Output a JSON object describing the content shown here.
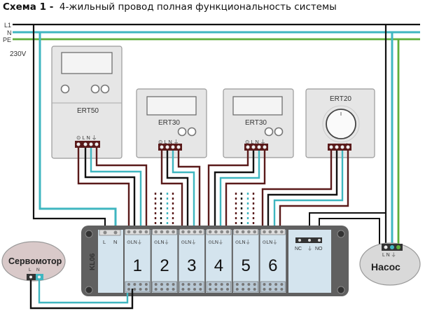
{
  "title": {
    "prefix": "Схема 1 -",
    "text": "4-жильный провод полная функциональность системы"
  },
  "bus": {
    "labels": [
      "L1",
      "N",
      "PE"
    ],
    "voltage": "230V"
  },
  "colors": {
    "phase": "#111111",
    "neutral": "#3fb6c0",
    "earth": "#5fae3a",
    "signal": "#5a1a1a",
    "device_face": "#e9e9e9",
    "module_body": "#c9dde9",
    "module_frame": "#555555"
  },
  "thermostats": [
    {
      "name": "ERT50",
      "terminals": "⊙ L N ⏚"
    },
    {
      "name": "ERT30",
      "terminals": "⊙ L N ⏚"
    },
    {
      "name": "ERT30",
      "terminals": "⊙ L N ⏚"
    },
    {
      "name": "ERT20",
      "terminals": "⊙ L N ⏚"
    }
  ],
  "module": {
    "name": "KL06",
    "power_terminals": [
      "L",
      "N"
    ],
    "zone_terminal_label": "⊙LN⏚",
    "zones": [
      "1",
      "2",
      "3",
      "4",
      "5",
      "6"
    ],
    "relay_terminals": [
      "NC",
      "⏚",
      "NO"
    ]
  },
  "actuator": {
    "name": "Сервомотор",
    "terminals": [
      "L",
      "N"
    ]
  },
  "pump": {
    "name": "Насос",
    "terminals": "L N ⏚"
  }
}
